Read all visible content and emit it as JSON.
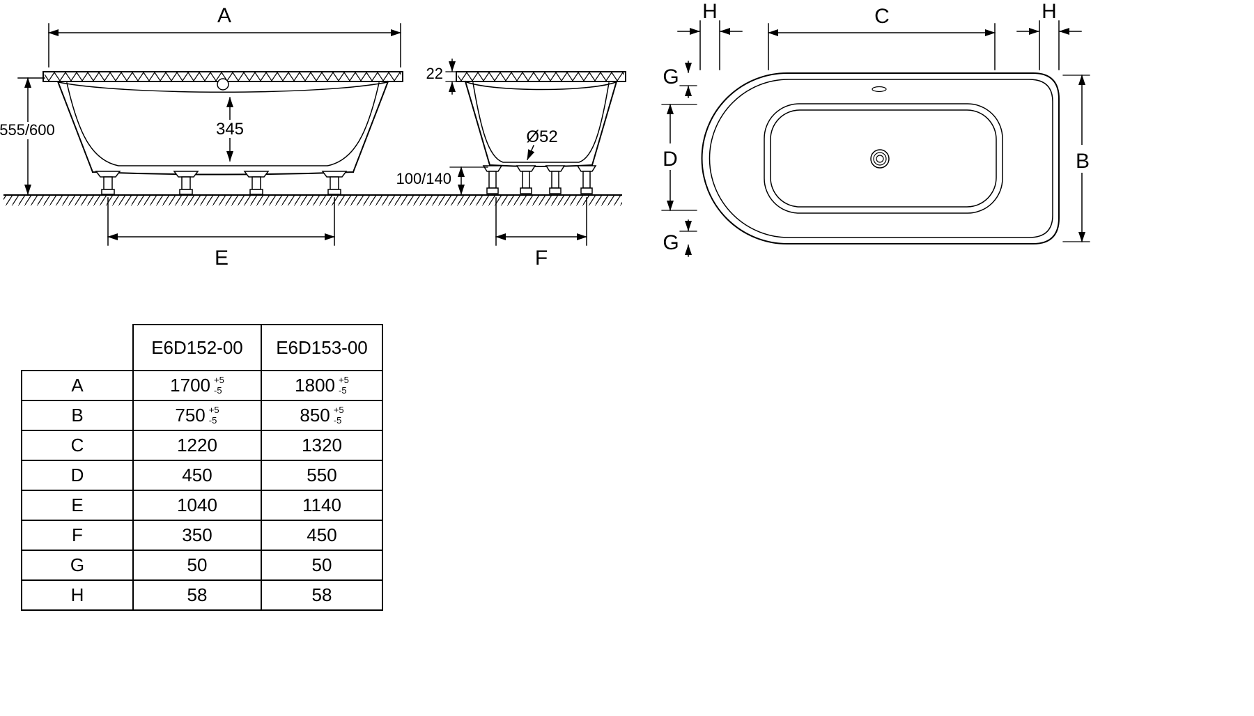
{
  "diagram": {
    "side_view": {
      "dim_a": "A",
      "height": "555/600",
      "depth": "345",
      "feet_span": "E"
    },
    "end_view": {
      "rim_thickness": "22",
      "drain": "Ø52",
      "leg_height": "100/140",
      "feet_span": "F"
    },
    "plan_view": {
      "h_left": "H",
      "c": "C",
      "h_right": "H",
      "g_top": "G",
      "d": "D",
      "g_bottom": "G",
      "b": "B"
    }
  },
  "table": {
    "col_headers": [
      "E6D152-00",
      "E6D153-00"
    ],
    "rows": [
      {
        "label": "A",
        "v1": "1700",
        "v1_tol_plus": "+5",
        "v1_tol_minus": "-5",
        "v2": "1800",
        "v2_tol_plus": "+5",
        "v2_tol_minus": "-5"
      },
      {
        "label": "B",
        "v1": "750",
        "v1_tol_plus": "+5",
        "v1_tol_minus": "-5",
        "v2": "850",
        "v2_tol_plus": "+5",
        "v2_tol_minus": "-5"
      },
      {
        "label": "C",
        "v1": "1220",
        "v2": "1320"
      },
      {
        "label": "D",
        "v1": "450",
        "v2": "550"
      },
      {
        "label": "E",
        "v1": "1040",
        "v2": "1140"
      },
      {
        "label": "F",
        "v1": "350",
        "v2": "450"
      },
      {
        "label": "G",
        "v1": "50",
        "v2": "50"
      },
      {
        "label": "H",
        "v1": "58",
        "v2": "58"
      }
    ]
  }
}
